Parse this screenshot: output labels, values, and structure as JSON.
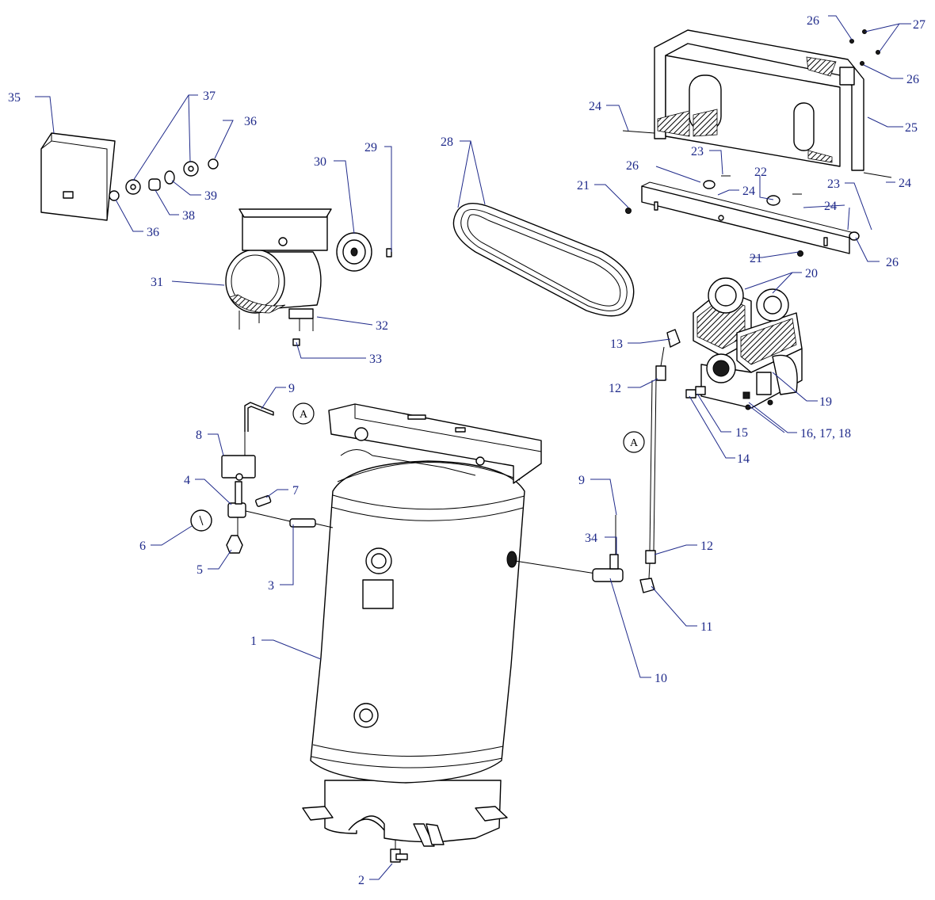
{
  "callouts": [
    {
      "id": "c1",
      "text": "1"
    },
    {
      "id": "c2",
      "text": "2"
    },
    {
      "id": "c3",
      "text": "3"
    },
    {
      "id": "c4",
      "text": "4"
    },
    {
      "id": "c5",
      "text": "5"
    },
    {
      "id": "c6",
      "text": "6"
    },
    {
      "id": "c7",
      "text": "7"
    },
    {
      "id": "c8",
      "text": "8"
    },
    {
      "id": "c9a",
      "text": "9"
    },
    {
      "id": "c9b",
      "text": "9"
    },
    {
      "id": "c10",
      "text": "10"
    },
    {
      "id": "c11",
      "text": "11"
    },
    {
      "id": "c12a",
      "text": "12"
    },
    {
      "id": "c12b",
      "text": "12"
    },
    {
      "id": "c13",
      "text": "13"
    },
    {
      "id": "c14",
      "text": "14"
    },
    {
      "id": "c15",
      "text": "15"
    },
    {
      "id": "c16",
      "text": "16, 17, 18"
    },
    {
      "id": "c19",
      "text": "19"
    },
    {
      "id": "c20",
      "text": "20"
    },
    {
      "id": "c21a",
      "text": "21"
    },
    {
      "id": "c21b",
      "text": "21"
    },
    {
      "id": "c22",
      "text": "22"
    },
    {
      "id": "c23a",
      "text": "23"
    },
    {
      "id": "c23b",
      "text": "23"
    },
    {
      "id": "c24a",
      "text": "24"
    },
    {
      "id": "c24b",
      "text": "24"
    },
    {
      "id": "c24c",
      "text": "24"
    },
    {
      "id": "c24d",
      "text": "24"
    },
    {
      "id": "c25",
      "text": "25"
    },
    {
      "id": "c26a",
      "text": "26"
    },
    {
      "id": "c26b",
      "text": "26"
    },
    {
      "id": "c26c",
      "text": "26"
    },
    {
      "id": "c26d",
      "text": "26"
    },
    {
      "id": "c27",
      "text": "27"
    },
    {
      "id": "c28",
      "text": "28"
    },
    {
      "id": "c29",
      "text": "29"
    },
    {
      "id": "c30",
      "text": "30"
    },
    {
      "id": "c31",
      "text": "31"
    },
    {
      "id": "c32",
      "text": "32"
    },
    {
      "id": "c33",
      "text": "33"
    },
    {
      "id": "c34",
      "text": "34"
    },
    {
      "id": "c35",
      "text": "35"
    },
    {
      "id": "c36a",
      "text": "36"
    },
    {
      "id": "c36b",
      "text": "36"
    },
    {
      "id": "c37",
      "text": "37"
    },
    {
      "id": "c38",
      "text": "38"
    },
    {
      "id": "c39",
      "text": "39"
    }
  ],
  "connector_bubbles": [
    {
      "id": "a1",
      "text": "A"
    },
    {
      "id": "a2",
      "text": "A"
    }
  ],
  "colors": {
    "callout": "#1f2a8a",
    "line": "#000000"
  }
}
